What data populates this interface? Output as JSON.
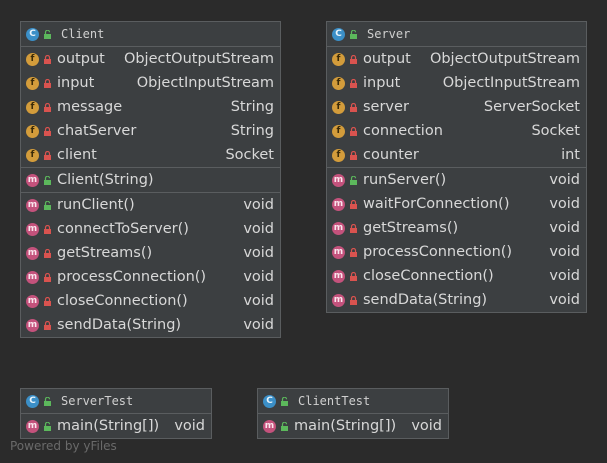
{
  "classes": {
    "client": {
      "name": "Client",
      "fields": [
        {
          "name": "output",
          "type": "ObjectOutputStream"
        },
        {
          "name": "input",
          "type": "ObjectInputStream"
        },
        {
          "name": "message",
          "type": "String"
        },
        {
          "name": "chatServer",
          "type": "String"
        },
        {
          "name": "client",
          "type": "Socket"
        }
      ],
      "constructors": [
        {
          "name": "Client(String)",
          "type": ""
        }
      ],
      "methods": [
        {
          "name": "runClient()",
          "type": "void"
        },
        {
          "name": "connectToServer()",
          "type": "void"
        },
        {
          "name": "getStreams()",
          "type": "void"
        },
        {
          "name": "processConnection()",
          "type": "void"
        },
        {
          "name": "closeConnection()",
          "type": "void"
        },
        {
          "name": "sendData(String)",
          "type": "void"
        }
      ]
    },
    "server": {
      "name": "Server",
      "fields": [
        {
          "name": "output",
          "type": "ObjectOutputStream"
        },
        {
          "name": "input",
          "type": "ObjectInputStream"
        },
        {
          "name": "server",
          "type": "ServerSocket"
        },
        {
          "name": "connection",
          "type": "Socket"
        },
        {
          "name": "counter",
          "type": "int"
        }
      ],
      "methods": [
        {
          "name": "runServer()",
          "type": "void"
        },
        {
          "name": "waitForConnection()",
          "type": "void"
        },
        {
          "name": "getStreams()",
          "type": "void"
        },
        {
          "name": "processConnection()",
          "type": "void"
        },
        {
          "name": "closeConnection()",
          "type": "void"
        },
        {
          "name": "sendData(String)",
          "type": "void"
        }
      ]
    },
    "server_test": {
      "name": "ServerTest",
      "methods": [
        {
          "name": "main(String[])",
          "type": "void"
        }
      ]
    },
    "client_test": {
      "name": "ClientTest",
      "methods": [
        {
          "name": "main(String[])",
          "type": "void"
        }
      ]
    }
  },
  "icons": {
    "class_badge": "C",
    "field_badge": "f",
    "method_badge": "m"
  },
  "colors": {
    "background": "#2b2b2b",
    "box": "#3c3f41",
    "class_badge": "#3b8fc7",
    "field_badge": "#d39c3b",
    "method_badge": "#c4527c",
    "private_lock": "#d9534f",
    "public_lock": "#5cb85c"
  },
  "watermark": "Powered by yFiles"
}
